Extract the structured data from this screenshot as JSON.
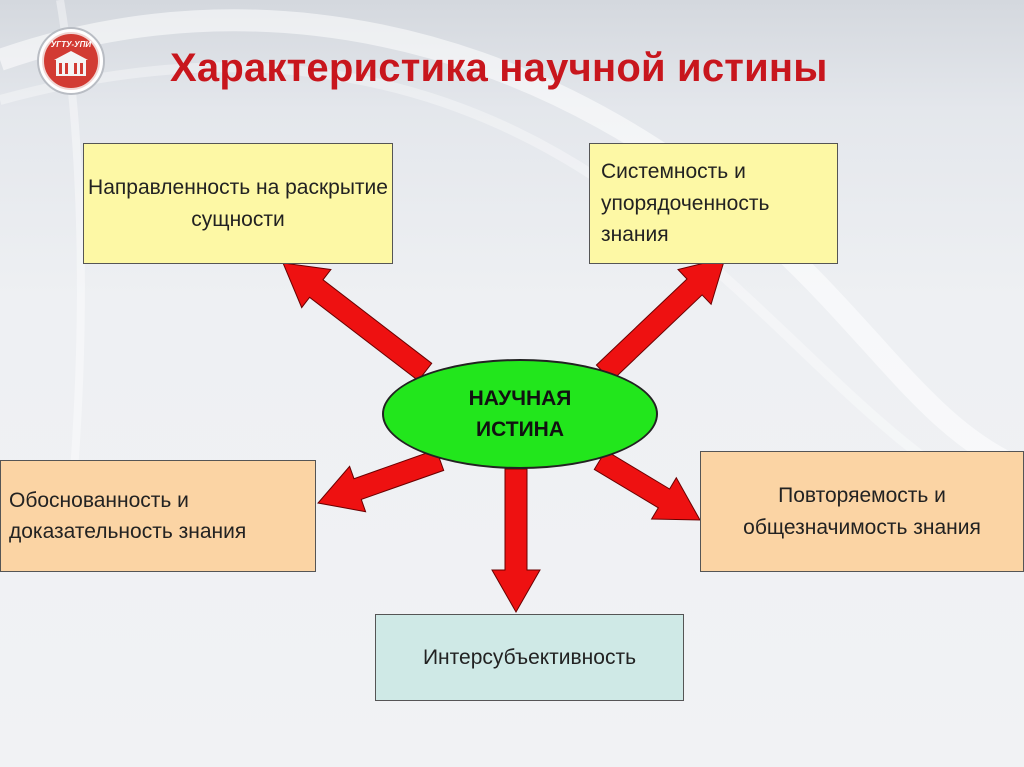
{
  "title": "Характеристика научной истины",
  "logo": {
    "text": "УГТУ-УПИ",
    "icon": "university-building-icon"
  },
  "colors": {
    "title": "#c8161d",
    "arrow": "#ee1111",
    "center": "#22e61c",
    "box_yellow": "#fdf8a5",
    "box_orange": "#fbd4a4",
    "box_teal": "#cfe9e6"
  },
  "center": {
    "label": "НАУЧНАЯ\nИСТИНА"
  },
  "nodes": {
    "top_left": "Направленность на раскрытие сущности",
    "top_right": "Системность и упорядоченность знания",
    "middle_left": "Обоснованность и доказательность знания",
    "middle_right": "Повторяемость и общезначимость знания",
    "bottom": "Интерсубъективность"
  }
}
